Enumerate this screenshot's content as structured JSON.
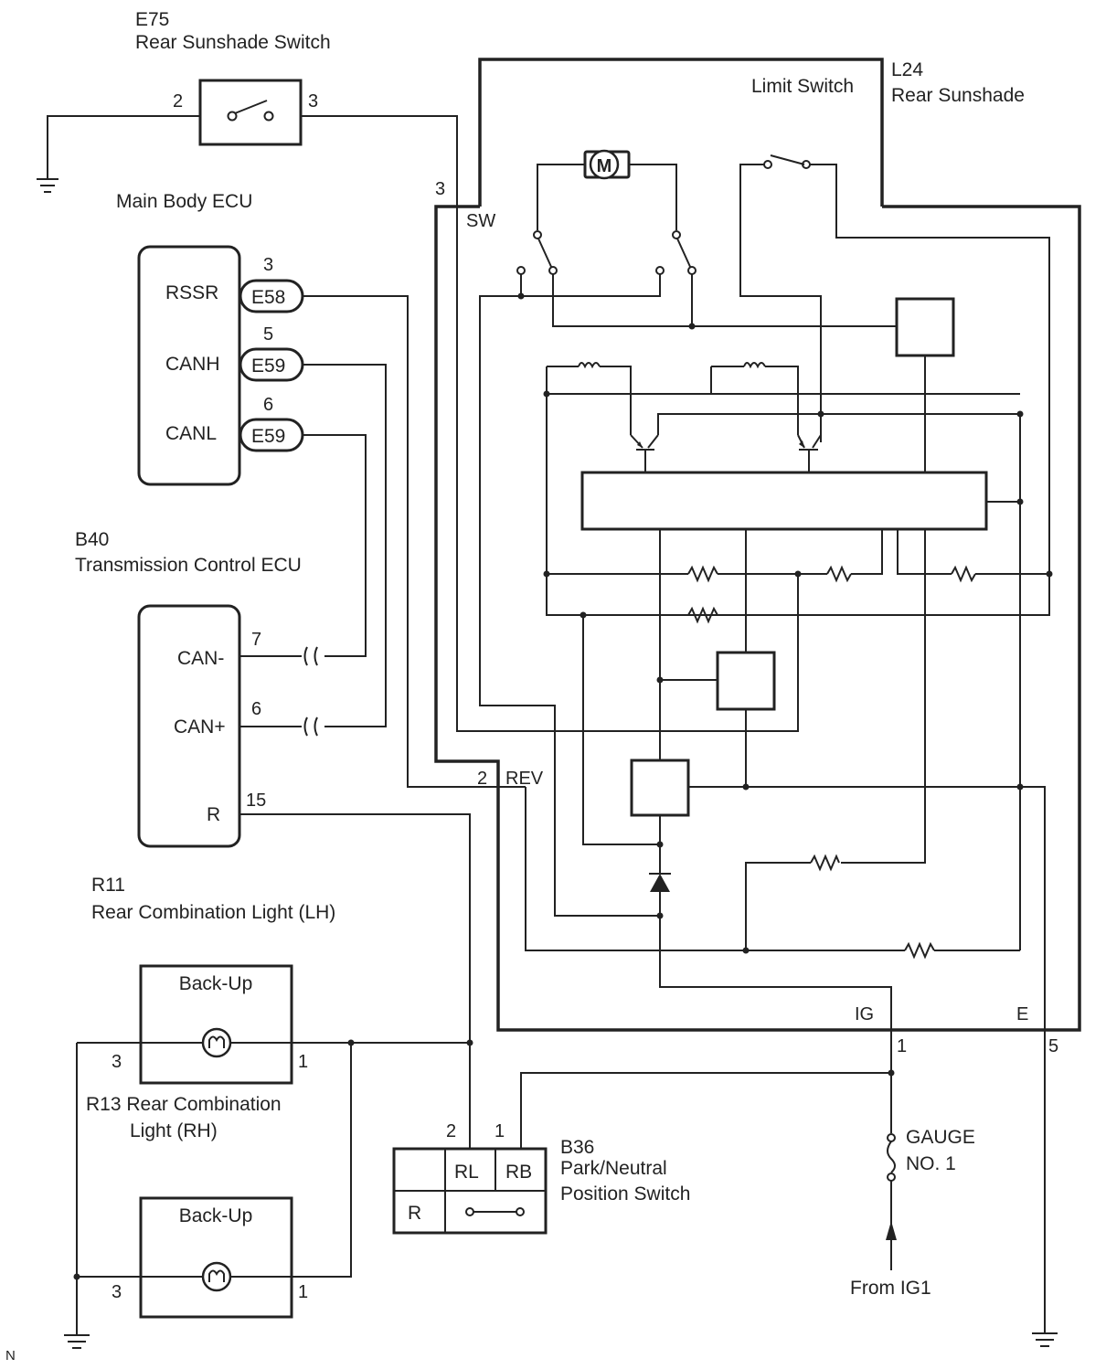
{
  "components": {
    "e75": {
      "code": "E75",
      "name": "Rear Sunshade Switch",
      "pin_left": "2",
      "pin_right": "3"
    },
    "l24": {
      "code": "L24",
      "name": "Rear Sunshade",
      "limit_switch": "Limit Switch",
      "motor_symbol": "M",
      "pin_sw_num": "3",
      "pin_sw": "SW",
      "pin_rev_num": "2",
      "pin_rev": "REV",
      "pin_ig": "IG",
      "pin_ig_num": "1",
      "pin_e": "E",
      "pin_e_num": "5"
    },
    "main_ecu": {
      "name": "Main Body ECU",
      "pins": [
        {
          "label": "RSSR",
          "connector": "E58",
          "num": "3"
        },
        {
          "label": "CANH",
          "connector": "E59",
          "num": "5"
        },
        {
          "label": "CANL",
          "connector": "E59",
          "num": "6"
        }
      ]
    },
    "b40": {
      "code": "B40",
      "name": "Transmission Control ECU",
      "pins": [
        {
          "label": "CAN-",
          "num": "7"
        },
        {
          "label": "CAN+",
          "num": "6"
        },
        {
          "label": "R",
          "num": "15"
        }
      ]
    },
    "r11": {
      "code": "R11",
      "name": "Rear Combination Light (LH)"
    },
    "r13": {
      "line1": "R13 Rear Combination",
      "line2": "Light (RH)"
    },
    "backup_lamp": {
      "label": "Back-Up",
      "pin_left": "3",
      "pin_right": "1"
    },
    "b36": {
      "code": "B36",
      "line1": "Park/Neutral",
      "line2": "Position Switch",
      "pin_rl_num": "2",
      "pin_rb_num": "1",
      "cell_rl": "RL",
      "cell_rb": "RB",
      "cell_r": "R"
    },
    "fuse": {
      "line1": "GAUGE",
      "line2": "NO. 1"
    },
    "source": "From IG1",
    "corner_mark": "N"
  }
}
